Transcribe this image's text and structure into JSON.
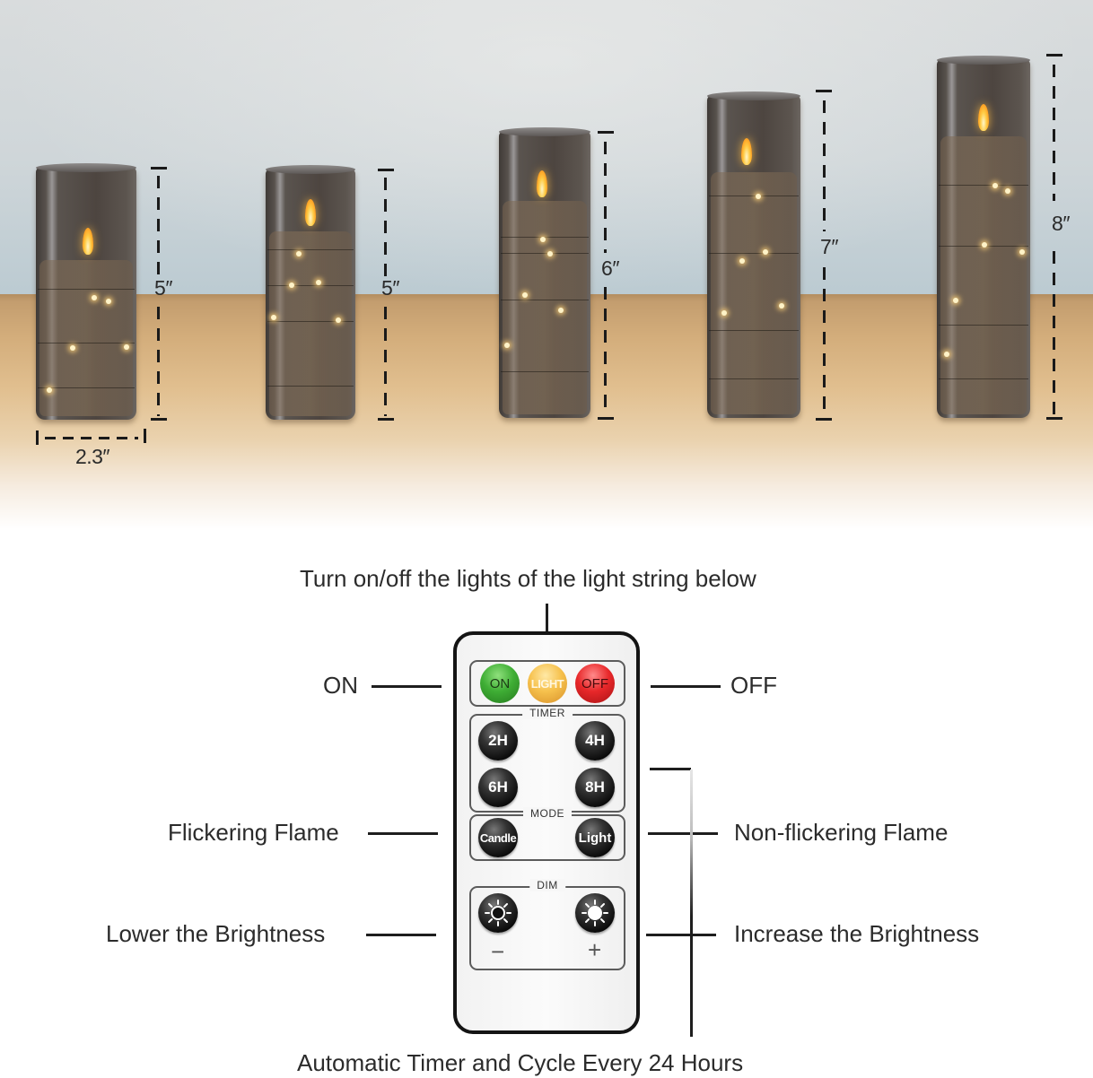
{
  "photo": {
    "candles": [
      {
        "id": 1,
        "height_label": "5″",
        "width_label": "2.3″"
      },
      {
        "id": 2,
        "height_label": "5″"
      },
      {
        "id": 3,
        "height_label": "6″"
      },
      {
        "id": 4,
        "height_label": "7″"
      },
      {
        "id": 5,
        "height_label": "8″"
      }
    ]
  },
  "diagram": {
    "top_caption": "Turn on/off the lights of the light string below",
    "bottom_caption": "Automatic Timer and Cycle Every 24 Hours",
    "labels": {
      "on": "ON",
      "off": "OFF",
      "flickering": "Flickering Flame",
      "non_flickering": "Non-flickering Flame",
      "lower_brightness": "Lower the Brightness",
      "increase_brightness": "Increase the Brightness"
    }
  },
  "remote": {
    "power": {
      "on": "ON",
      "light": "LIGHT",
      "off": "OFF"
    },
    "timer": {
      "title": "TIMER",
      "buttons": [
        "2H",
        "4H",
        "6H",
        "8H"
      ]
    },
    "mode": {
      "title": "MODE",
      "candle": "Candle",
      "light": "Light"
    },
    "dim": {
      "title": "DIM",
      "minus": "−",
      "plus": "+"
    }
  },
  "colors": {
    "on_button": "#3fae35",
    "light_button": "#f6c14d",
    "off_button": "#e8282a",
    "dark_button": "#0b0b0b"
  }
}
